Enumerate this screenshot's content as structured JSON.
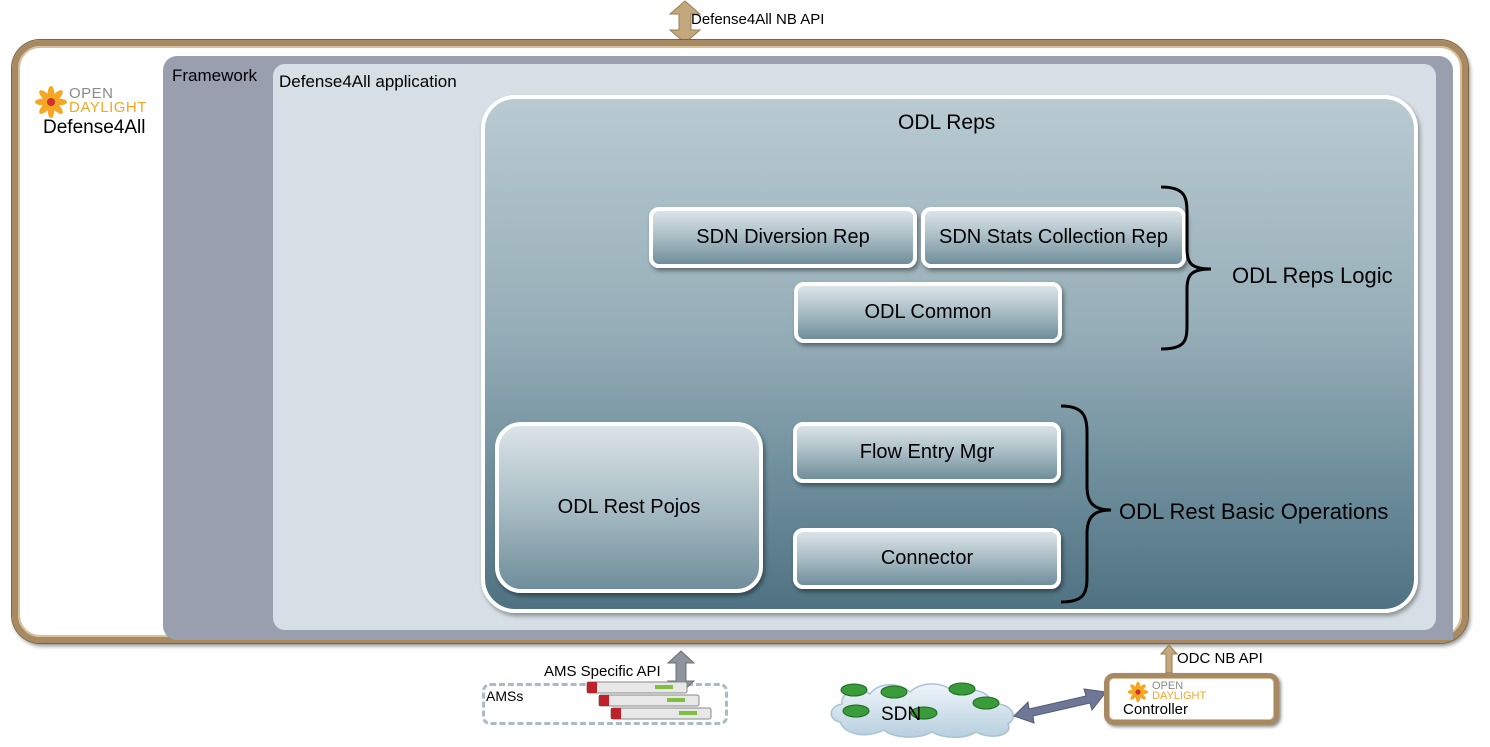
{
  "labels": {
    "nb_api": "Defense4All  NB API",
    "framework": "Framework",
    "application": "Defense4All application",
    "brand_open": "OPEN",
    "brand_daylight": "DAYLIGHT",
    "product": "Defense4All",
    "odl_reps": "ODL Reps",
    "reps_logic": "ODL Reps Logic",
    "rest_basic": "ODL Rest Basic Operations",
    "ams_api": "AMS Specific API",
    "amss": "AMSs",
    "sdn": "SDN",
    "odc_api": "ODC NB API",
    "controller": "Controller",
    "controller_open": "OPEN",
    "controller_daylight": "DAYLIGHT"
  },
  "boxes": {
    "diversion": "SDN Diversion Rep",
    "stats": "SDN Stats Collection Rep",
    "common": "ODL Common",
    "pojos": "ODL Rest Pojos",
    "flow": "Flow Entry Mgr",
    "connector": "Connector"
  },
  "colors": {
    "frame": "#a88a62",
    "framework": "#9a9fb0",
    "application": "#d6dfe5",
    "reps_top": "#b9cad1",
    "reps_bottom": "#4f7282",
    "arrow_bronze": "#c4a87d",
    "arrow_gray": "#8f939b",
    "arrow_sdn": "#6e7896",
    "logo_orange": "#f5a623",
    "router_green": "#3a9b3a"
  }
}
